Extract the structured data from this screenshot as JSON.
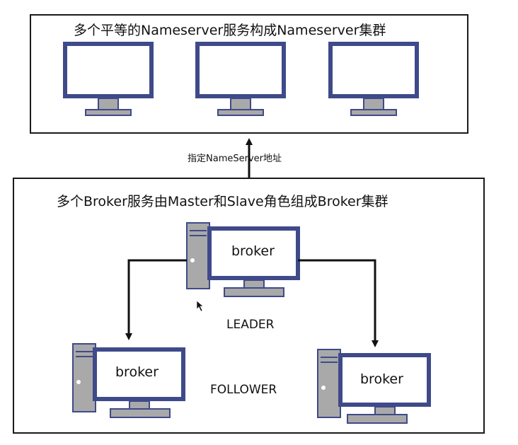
{
  "nameserver_cluster": {
    "title": "多个平等的Nameserver服务构成Nameserver集群"
  },
  "connection": {
    "label": "指定NameServer地址"
  },
  "broker_cluster": {
    "title": "多个Broker服务由Master和Slave角色组成Broker集群",
    "leader": {
      "name": "broker",
      "role": "LEADER"
    },
    "followers": [
      {
        "name": "broker",
        "role": "FOLLOWER"
      },
      {
        "name": "broker"
      }
    ]
  },
  "colors": {
    "monitor_frame": "#3f4a8a",
    "monitor_fill": "#a9a9a9",
    "screen": "#ffffff",
    "line": "#111111"
  },
  "icons": [
    "monitor-icon",
    "computer-tower-icon",
    "mouse-cursor-icon"
  ]
}
